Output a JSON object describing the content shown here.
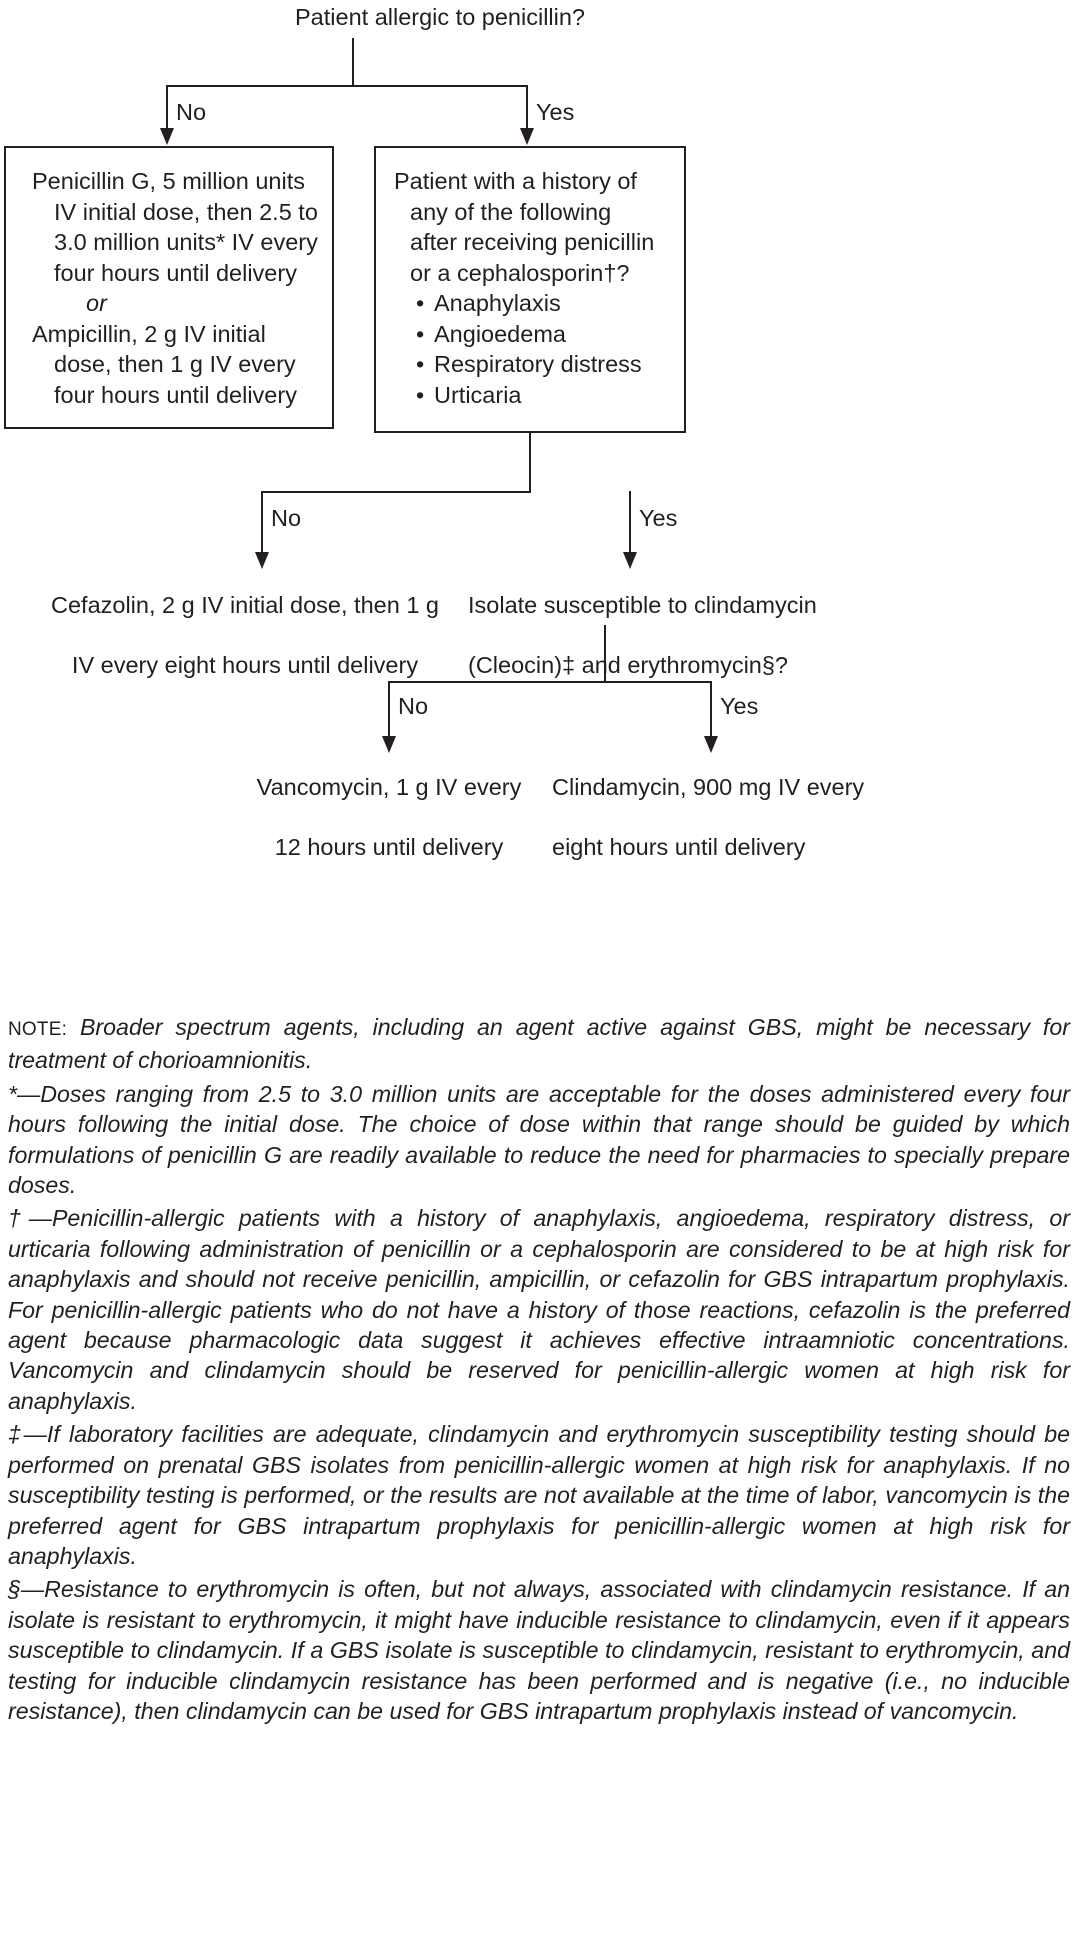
{
  "diagram": {
    "root_question": "Patient allergic to penicillin?",
    "edges": {
      "no": "No",
      "yes": "Yes"
    },
    "nodes": {
      "penicillin_box": {
        "lines": [
          "Penicillin G, 5 million units",
          "IV initial dose, then 2.5 to",
          "3.0 million units* IV every",
          "four hours until delivery",
          "or",
          "Ampicillin, 2 g IV initial",
          "dose, then 1 g IV every",
          "four hours until delivery"
        ],
        "or_word": "or"
      },
      "history_box": {
        "lead_lines": [
          "Patient with a history of",
          "any of the following",
          "after receiving penicillin",
          "or a cephalosporin†?"
        ],
        "bullets": [
          "Anaphylaxis",
          "Angioedema",
          "Respiratory distress",
          "Urticaria"
        ]
      },
      "cefazolin": {
        "lines": [
          "Cefazolin, 2 g IV initial dose, then 1 g",
          "IV every eight hours until delivery"
        ]
      },
      "isolate_question": {
        "lines": [
          "Isolate susceptible to clindamycin",
          "(Cleocin)‡ and erythromycin§?"
        ]
      },
      "vancomycin": {
        "lines": [
          "Vancomycin, 1 g IV every",
          "12 hours until delivery"
        ]
      },
      "clindamycin": {
        "lines": [
          "Clindamycin, 900 mg IV every",
          "eight hours until delivery"
        ]
      }
    }
  },
  "notes": {
    "note_label": "NOTE:",
    "note_text": "Broader spectrum agents, including an agent active against GBS, might be necessary for treatment of chorioamnionitis.",
    "footnotes": [
      {
        "marker": "*—",
        "text": "Doses ranging from 2.5 to 3.0 million units are acceptable for the doses administered every four hours following the initial dose. The choice of dose within that range should be guided by which formulations of penicillin G are readily available to reduce the need for pharmacies to specially prepare doses."
      },
      {
        "marker": "†—",
        "text": "Penicillin-allergic patients with a history of anaphylaxis, angioedema, respiratory distress, or urticaria following administration of penicillin or a cephalosporin are considered to be at high risk for anaphylaxis and should not receive penicillin, ampicillin, or cefazolin for GBS intrapartum prophylaxis. For penicillin-allergic patients who do not have a history of those reactions, cefazolin is the preferred agent because pharmacologic data suggest it achieves effective intraamniotic concentrations. Vancomycin and clindamycin should be reserved for penicillin-allergic women at high risk for anaphylaxis."
      },
      {
        "marker": "‡—",
        "text": "If laboratory facilities are adequate, clindamycin and erythromycin susceptibility testing should be performed on prenatal GBS isolates from penicillin-allergic women at high risk for anaphylaxis. If no susceptibility testing is performed, or the results are not available at the time of labor, vancomycin is the preferred agent for GBS intrapartum prophylaxis for penicillin-allergic women at high risk for anaphylaxis."
      },
      {
        "marker": "§—",
        "text": "Resistance to erythromycin is often, but not always, associated with clindamycin resistance. If an isolate is resistant to erythromycin, it might have inducible resistance to clindamycin, even if it appears susceptible to clindamycin. If a GBS isolate is susceptible to clindamycin, resistant to erythromycin, and testing for inducible clindamycin resistance has been performed and is negative (i.e., no inducible resistance), then clindamycin can be used for GBS intrapartum prophylaxis instead of vancomycin."
      }
    ]
  },
  "colors": {
    "ink": "#231f20",
    "background": "#ffffff"
  }
}
